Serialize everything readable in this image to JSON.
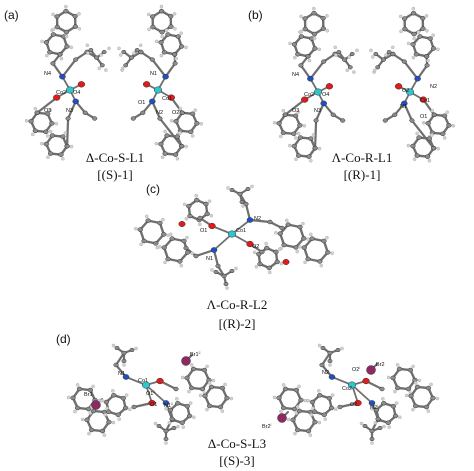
{
  "panels": [
    {
      "tag": "(a)",
      "caption1": "Δ-Co-S-L1",
      "caption2": "[(S)-1]",
      "atoms": [
        "N4",
        "Co2",
        "O4",
        "O3",
        "N3",
        "N1",
        "Co1",
        "O1",
        "N2",
        "O2"
      ]
    },
    {
      "tag": "(b)",
      "caption1": "Λ-Co-R-L1",
      "caption2": "[(R)-1]",
      "atoms": [
        "N4",
        "Co2",
        "O4",
        "O3",
        "N3",
        "N2",
        "O2",
        "Co1",
        "N1",
        "O1"
      ]
    },
    {
      "tag": "(c)",
      "caption1": "Λ-Co-R-L2",
      "caption2": "[(R)-2]",
      "atoms": [
        "N2",
        "O1",
        "Co1",
        "O2",
        "N1"
      ]
    },
    {
      "tag": "(d)",
      "caption1": "Δ-Co-S-L3",
      "caption2": "[(S)-3]",
      "atoms": [
        "Br1",
        "N1",
        "Co1",
        "O1ⁱⁱ",
        "Br1ⁱⁱ",
        "O1",
        "N1ⁱⁱ",
        "N2",
        "Co2",
        "O2ⁱ",
        "Br2",
        "O2",
        "N2ⁱ",
        "Br2ⁱ"
      ]
    }
  ],
  "colors": {
    "carbon": "#8c8c8c",
    "bond": "#6f6f6f",
    "hydrogen": "#d2d2d2",
    "cobalt": "#2fc6cf",
    "nitrogen": "#1f4fc8",
    "oxygen": "#e01b1b",
    "bromine": "#8e2a63"
  }
}
